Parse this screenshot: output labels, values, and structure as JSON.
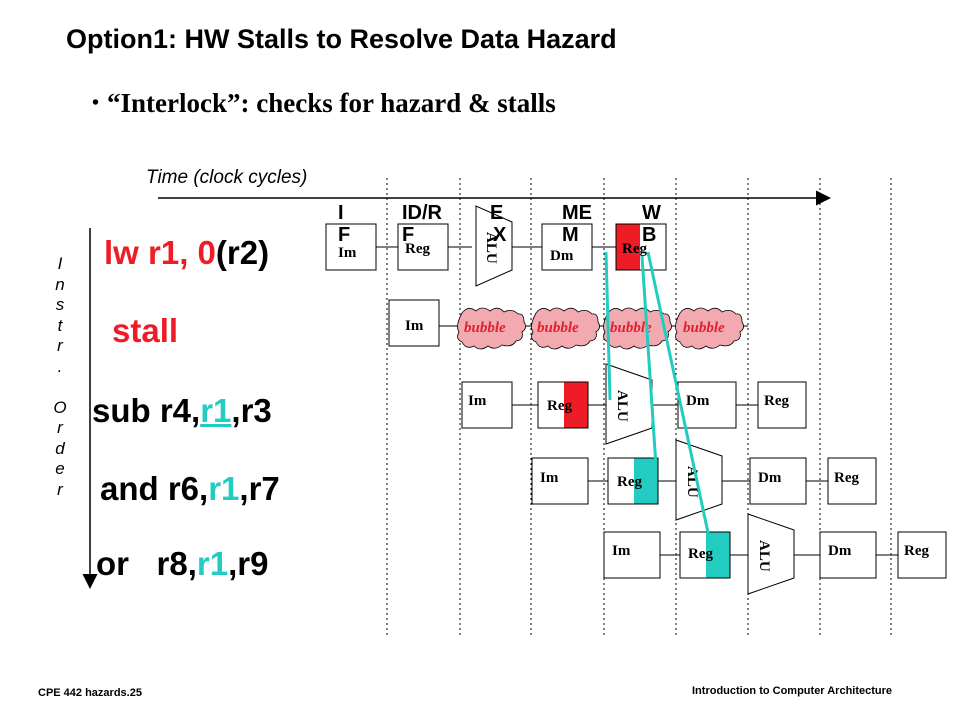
{
  "title": "Option1: HW Stalls to Resolve Data Hazard",
  "bullet": "“Interlock”: checks for hazard & stalls",
  "time_label": "Time (clock cycles)",
  "order_label": [
    "I",
    "n",
    "s",
    "t",
    "r",
    ".",
    "",
    "O",
    "r",
    "d",
    "e",
    "r"
  ],
  "stages": {
    "if": [
      "I",
      "F"
    ],
    "id": [
      "ID/R",
      "F"
    ],
    "ex": [
      "E",
      "X"
    ],
    "mem": [
      "ME",
      "M"
    ],
    "wb": [
      "W",
      "B"
    ]
  },
  "instructions": {
    "lw": {
      "a": "lw r1, 0",
      "b": "(r2)"
    },
    "stall": "stall",
    "sub": {
      "a": "sub r4,",
      "b": "r1",
      "c": ",r3"
    },
    "and": {
      "a": "and r6,",
      "b": "r1",
      "c": ",r7"
    },
    "or": {
      "a": "or   r8,",
      "b": "r1",
      "c": ",r9"
    }
  },
  "units": {
    "im": "Im",
    "reg": "Reg",
    "alu": "ALU",
    "dm": "Dm",
    "bubble": "bubble"
  },
  "colors": {
    "hazard_red": "#ee1c24",
    "forward_cyan": "#22ccc0",
    "bubble_pink": "#f3a9b0",
    "bubble_text": "#e0202c"
  },
  "footer": {
    "left": "CPE 442  hazards.25",
    "right": "Introduction to Computer Architecture"
  }
}
